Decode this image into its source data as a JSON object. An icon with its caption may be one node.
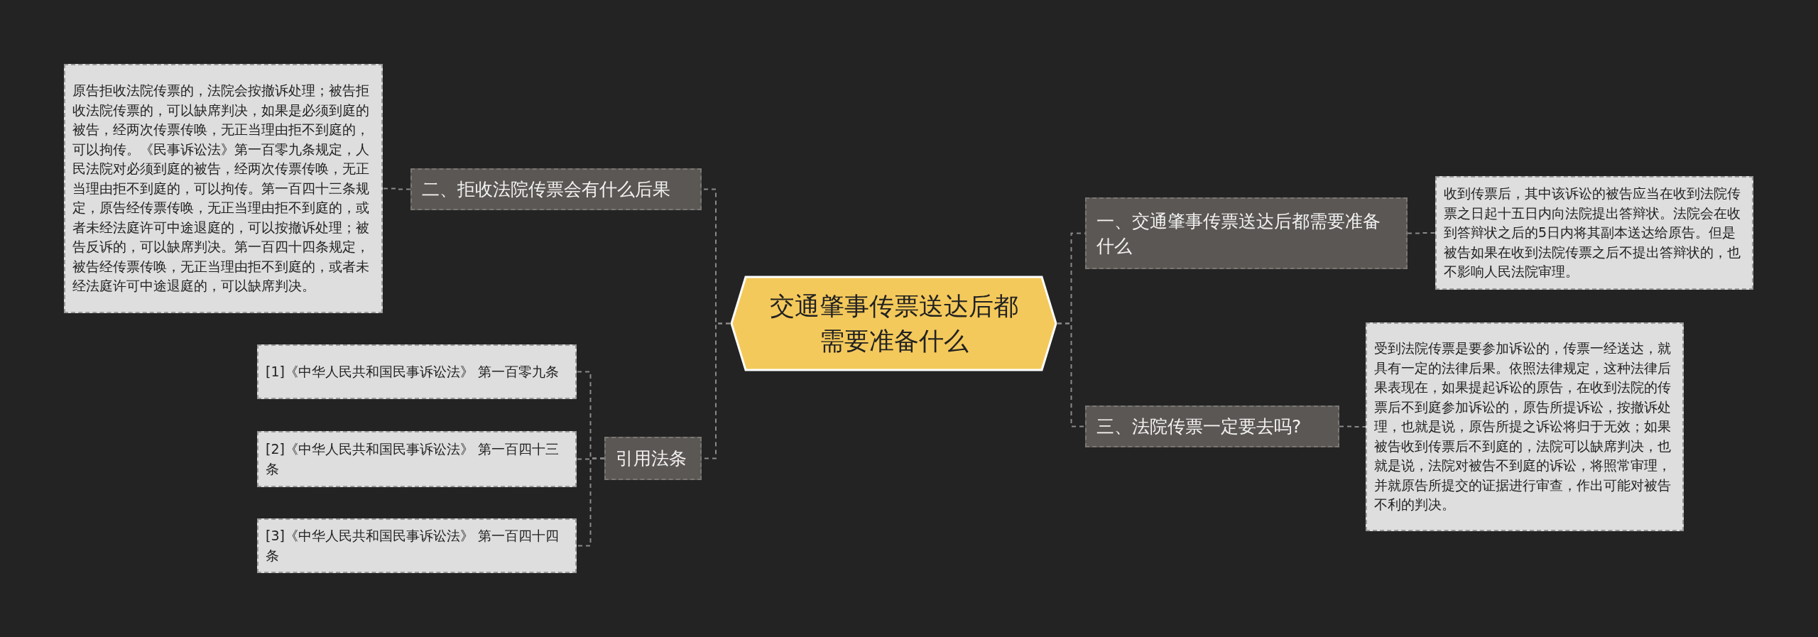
{
  "diagram": {
    "nodes": [
      {
        "text": [
          "交通肇事传票送达后都需要准备什么"
        ]
      },
      {
        "text": [
          "二、拒收法院传票会有什么后果"
        ]
      },
      {
        "text": [
          "原告拒收法院传票的，法院会按撤诉处理；被告拒收法院传票的，可以缺席判决，如果是必须到庭的被告，经两次传票传唤，无正当理由拒不到庭的，可以拘传。《民事诉讼法》第一百零九条规定，人民法院对必须到庭的被告，经两次传票传唤，无正当理由拒不到庭的，可以拘传。第一百四十三条规定，原告经传票传唤，无正当理由拒不到庭的，或者未经法庭许可中途退庭的，可以按撤诉处理；被告反诉的，可以缺席判决。第一百四十四条规定，被告经传票传唤，无正当理由拒不到庭的，或者未经法庭许可中途退庭的，可以缺席判决。"
        ]
      },
      {
        "text": [
          "引用法条"
        ]
      },
      {
        "text": [
          "[1]《中华人民共和国民事诉讼法》 第一百零九条"
        ]
      },
      {
        "text": [
          "[2]《中华人民共和国民事诉讼法》 第一百四十三条"
        ]
      },
      {
        "text": [
          "[3]《中华人民共和国民事诉讼法》 第一百四十四条"
        ]
      },
      {
        "text": [
          "一、交通肇事传票送达后都需要准备什么"
        ]
      },
      {
        "text": [
          "收到传票后，其中该诉讼的被告应当在收到法院传票之日起十五日内向法院提出答辩状。法院会在收到答辩状之后的5日内将其副本送达给原告。但是被告如果在收到法院传票之后不提出答辩状的，也不影响人民法院审理。"
        ]
      },
      {
        "text": [
          "三、法院传票一定要去吗?"
        ]
      },
      {
        "text": [
          "受到法院传票是要参加诉讼的，传票一经送达，就具有一定的法律后果。依照法律规定，这种法律后果表现在，如果提起诉讼的原告，在收到法院的传票后不到庭参加诉讼的，原告所提诉讼，按撤诉处理，也就是说，原告所提之诉讼将归于无效；如果被告收到传票后不到庭的，法院可以缺席判决，也就是说，法院对被告不到庭的诉讼，将照常审理，并就原告所提交的证据进行审查，作出可能对被告不利的判决。"
        ]
      }
    ],
    "edges": [
      {
        "from": 0,
        "to": 1,
        "arrow": "none"
      },
      {
        "from": 1,
        "to": 2,
        "arrow": "none"
      },
      {
        "from": 0,
        "to": 3,
        "arrow": "none"
      },
      {
        "from": 3,
        "to": 4,
        "arrow": "none"
      },
      {
        "from": 3,
        "to": 5,
        "arrow": "none"
      },
      {
        "from": 3,
        "to": 6,
        "arrow": "none"
      },
      {
        "from": 0,
        "to": 7,
        "arrow": "none"
      },
      {
        "from": 7,
        "to": 8,
        "arrow": "none"
      },
      {
        "from": 0,
        "to": 9,
        "arrow": "none"
      },
      {
        "from": 9,
        "to": 10,
        "arrow": "none"
      }
    ]
  }
}
